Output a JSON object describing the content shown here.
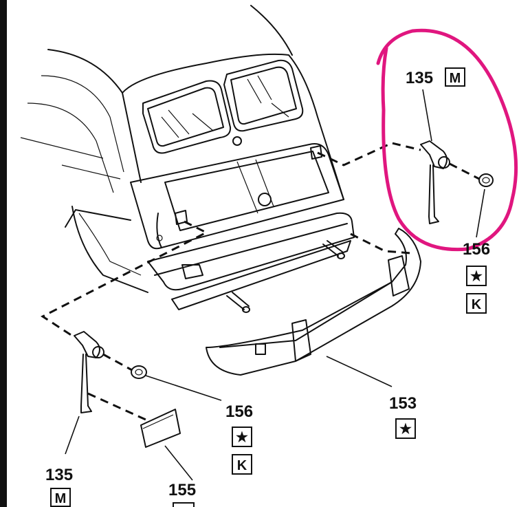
{
  "callouts": {
    "p135_top": {
      "number": "135",
      "code": "M"
    },
    "p156_right": {
      "number": "156",
      "codes": [
        "★",
        "K"
      ]
    },
    "p153": {
      "number": "153",
      "codes": [
        "★"
      ]
    },
    "p156_bottom": {
      "number": "156",
      "codes": [
        "★",
        "K"
      ]
    },
    "p135_bottom": {
      "number": "135",
      "code": "M"
    },
    "p155": {
      "number": "155"
    }
  },
  "colors": {
    "highlight": "#e0167f",
    "line": "#111111"
  }
}
